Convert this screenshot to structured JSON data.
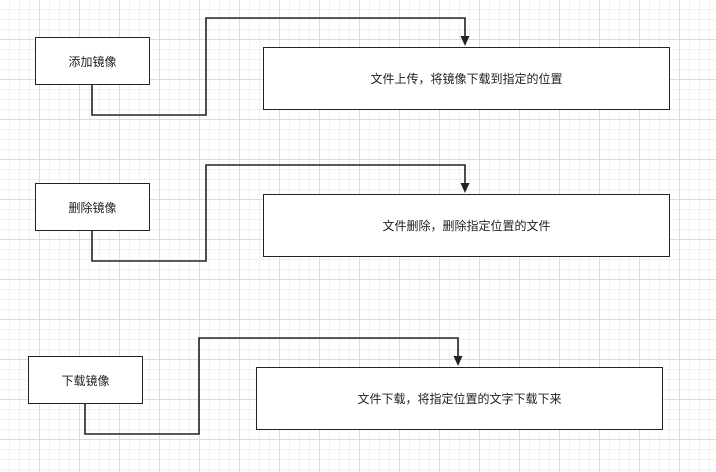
{
  "diagram": {
    "rows": [
      {
        "action": "添加镜像",
        "description": "文件上传，将镜像下载到指定的位置"
      },
      {
        "action": "删除镜像",
        "description": "文件删除，删除指定位置的文件"
      },
      {
        "action": "下载镜像",
        "description": "文件下载，将指定位置的文字下载下来"
      }
    ]
  }
}
